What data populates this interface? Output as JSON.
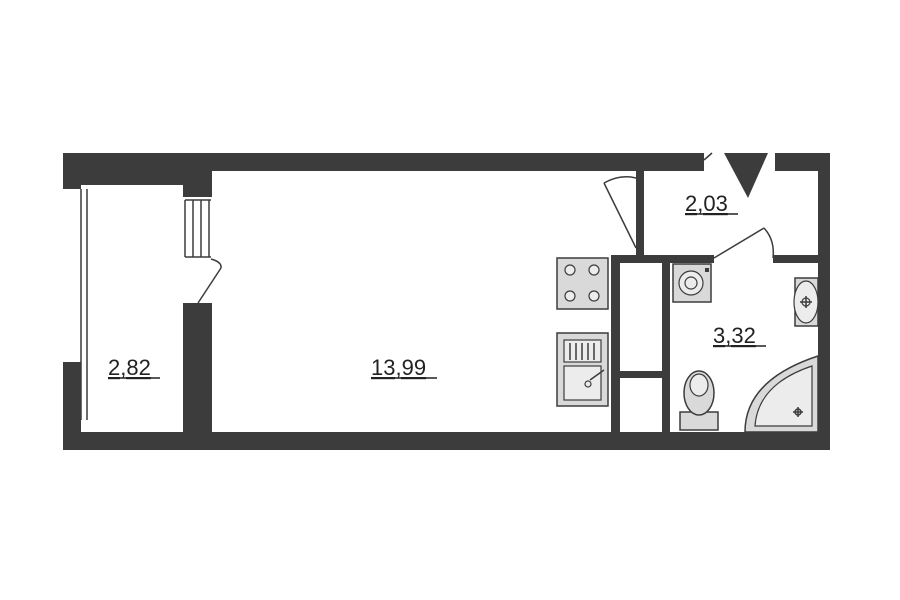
{
  "rooms": {
    "balcony": {
      "area": "2,82"
    },
    "main_room": {
      "area": "13,99"
    },
    "hallway": {
      "area": "2,03"
    },
    "bathroom": {
      "area": "3,32"
    }
  },
  "colors": {
    "wall": "#3c3c3c",
    "fixture": "#d9d9d9",
    "background": "#ffffff"
  },
  "icons": [
    "entrance-arrow-icon",
    "stove-icon",
    "sink-icon",
    "toilet-icon",
    "washing-machine-icon",
    "washbasin-icon",
    "shower-icon"
  ]
}
